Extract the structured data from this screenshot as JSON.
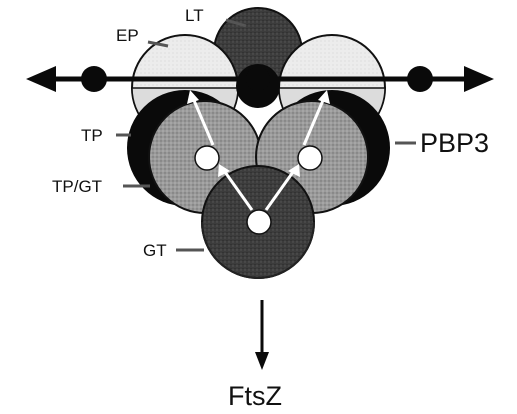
{
  "labels": {
    "lt": "LT",
    "ep": "EP",
    "tp": "TP",
    "tp_gt": "TP/GT",
    "gt": "GT",
    "pbp3": "PBP3",
    "ftsz": "FtsZ"
  },
  "colors": {
    "light_shell": "#e8e8e8",
    "dark_shell": "#2a2a2a",
    "black": "#0a0a0a",
    "mid_gray": "#9a9a9a",
    "dark_gray": "#444444",
    "white": "#ffffff"
  }
}
